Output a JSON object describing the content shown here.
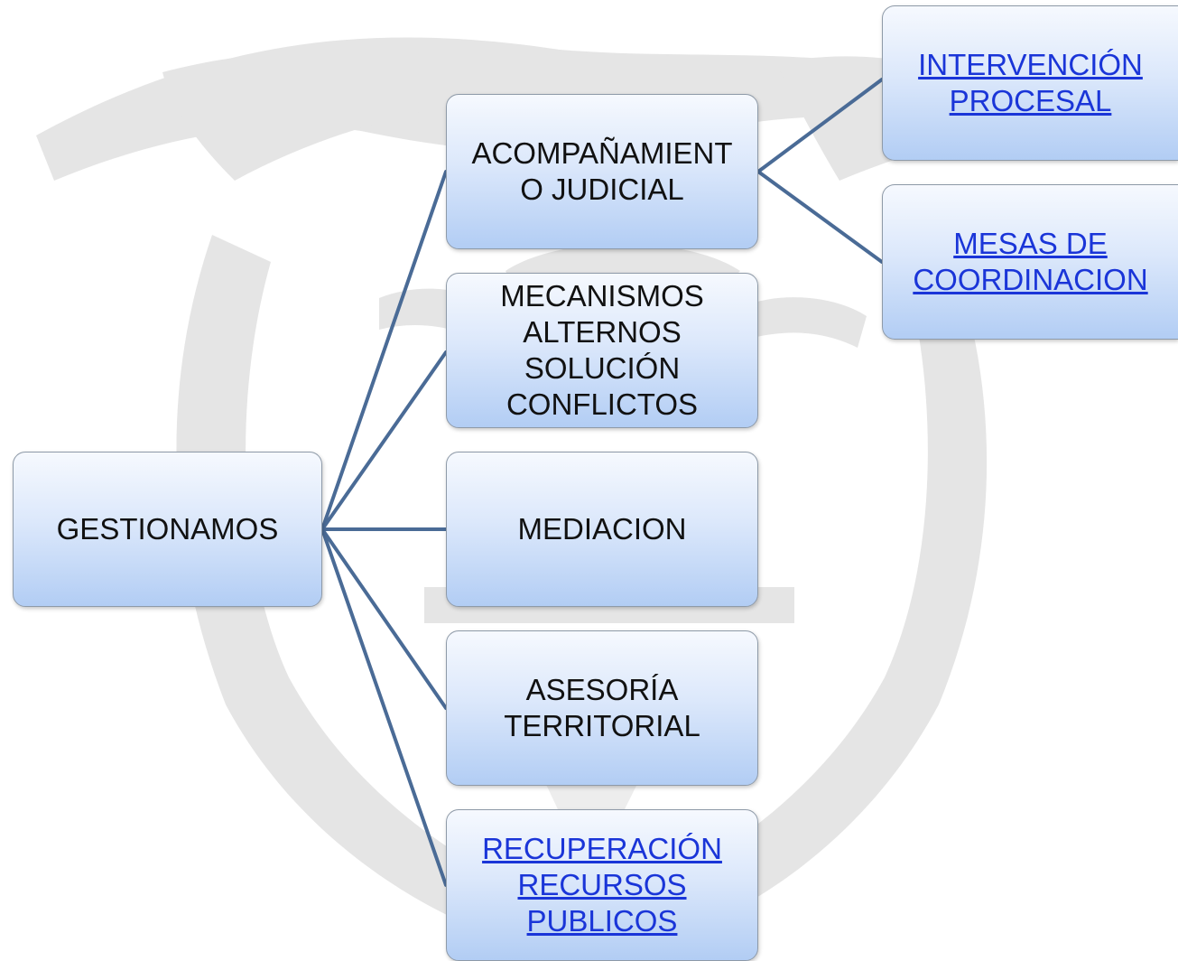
{
  "diagram": {
    "root": {
      "label": "GESTIONAMOS"
    },
    "children": [
      {
        "label": "ACOMPAÑAMIENT O JUDICIAL",
        "lines": [
          "ACOMPAÑAMIENT",
          "O JUDICIAL"
        ],
        "link": false
      },
      {
        "label": "MECANISMOS ALTERNOS SOLUCIÓN CONFLICTOS",
        "lines": [
          "MECANISMOS",
          "ALTERNOS",
          "SOLUCIÓN",
          "CONFLICTOS"
        ],
        "link": false
      },
      {
        "label": "MEDIACION",
        "lines": [
          "MEDIACION"
        ],
        "link": false
      },
      {
        "label": "ASESORÍA TERRITORIAL",
        "lines": [
          "ASESORÍA",
          "TERRITORIAL"
        ],
        "link": false
      },
      {
        "label": "RECUPERACIÓN RECURSOS PUBLICOS",
        "lines": [
          "RECUPERACIÓN",
          "RECURSOS",
          "PUBLICOS"
        ],
        "link": true
      }
    ],
    "grandchildren": [
      {
        "label": "INTERVENCIÓN PROCESAL",
        "lines": [
          "INTERVENCIÓN",
          "PROCESAL"
        ],
        "link": true
      },
      {
        "label": "MESAS DE COORDINACION",
        "lines": [
          "MESAS DE",
          "COORDINACION"
        ],
        "link": true
      }
    ]
  },
  "colors": {
    "connector": "#4a6b96",
    "link_text": "#1a35d8",
    "node_border": "#8e9aa8",
    "watermark": "#e5e5e5"
  }
}
